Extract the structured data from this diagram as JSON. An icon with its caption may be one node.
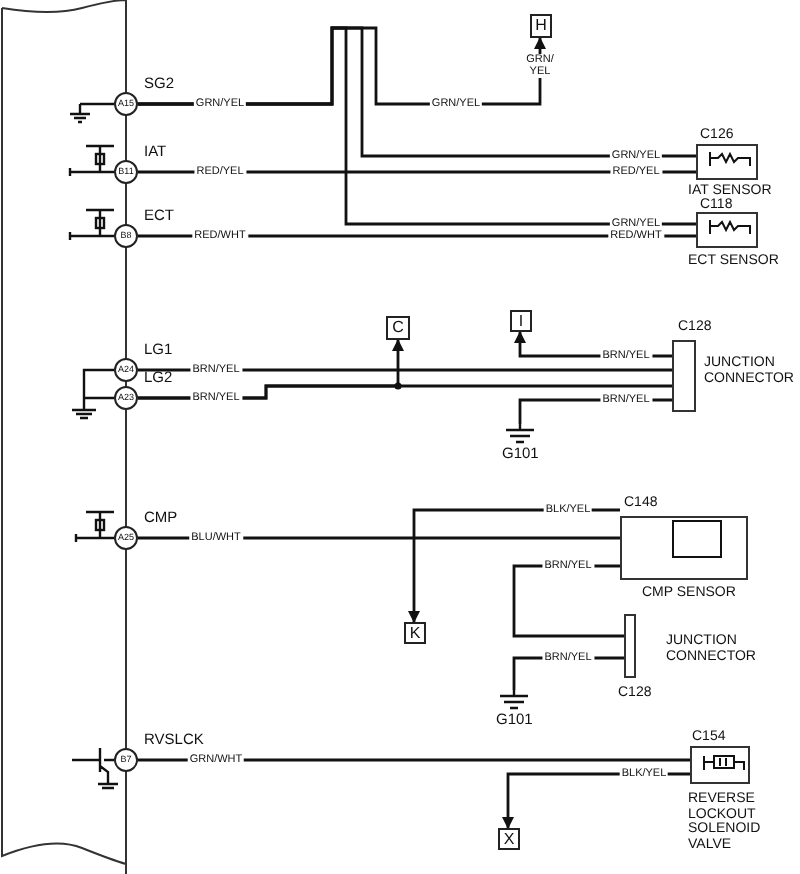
{
  "diagram": {
    "nodes": [
      {
        "text": [],
        "shape": "box"
      },
      {
        "text": [
          "A15"
        ],
        "beside": [
          "SG2"
        ],
        "in": 0
      },
      {
        "text": [
          "B11"
        ],
        "beside": [
          "IAT"
        ],
        "in": 0
      },
      {
        "text": [
          "B8"
        ],
        "beside": [
          "ECT"
        ],
        "in": 0
      },
      {
        "text": [
          "A24"
        ],
        "beside": [
          "LG1"
        ],
        "in": 0
      },
      {
        "text": [
          "A23"
        ],
        "beside": [
          "LG2"
        ],
        "in": 0
      },
      {
        "text": [
          "A25"
        ],
        "beside": [
          "CMP"
        ],
        "in": 0
      },
      {
        "text": [
          "B7"
        ],
        "beside": [
          "RVSLCK"
        ],
        "in": 0
      },
      {
        "text": [
          "H"
        ]
      },
      {
        "text": [
          "C126",
          "IAT SENSOR"
        ]
      },
      {
        "text": [
          "C118",
          "ECT SENSOR"
        ]
      },
      {
        "text": [
          "C"
        ]
      },
      {
        "text": [
          "I"
        ]
      },
      {
        "text": [
          "C128",
          "JUNCTION CONNECTOR"
        ]
      },
      {
        "text": [
          "G101"
        ]
      },
      {
        "text": [
          "C148",
          "CMP SENSOR"
        ]
      },
      {
        "text": [
          "K"
        ]
      },
      {
        "text": [
          "JUNCTION CONNECTOR",
          "C128"
        ]
      },
      {
        "text": [
          "G101"
        ]
      },
      {
        "text": [
          "X"
        ]
      },
      {
        "text": [
          "C154",
          "REVERSE LOCKOUT SOLENOID VALVE"
        ]
      }
    ],
    "edges": [
      {
        "from": 1,
        "to": 8,
        "arrow": "to",
        "label": "GRN/YEL"
      },
      {
        "from": 1,
        "to": 9,
        "arrow": "none",
        "label": "GRN/YEL"
      },
      {
        "from": 1,
        "to": 10,
        "arrow": "none",
        "label": "GRN/YEL"
      },
      {
        "from": 2,
        "to": 9,
        "arrow": "none",
        "label": "RED/YEL"
      },
      {
        "from": 3,
        "to": 10,
        "arrow": "none",
        "label": "RED/WHT"
      },
      {
        "from": 4,
        "to": 13,
        "arrow": "none",
        "label": "BRN/YEL"
      },
      {
        "from": 5,
        "to": 13,
        "arrow": "none",
        "label": "BRN/YEL"
      },
      {
        "from": 5,
        "to": 11,
        "arrow": "to"
      },
      {
        "from": 13,
        "to": 12,
        "arrow": "to",
        "label": "BRN/YEL"
      },
      {
        "from": 13,
        "to": 14,
        "arrow": "none",
        "label": "BRN/YEL"
      },
      {
        "from": 6,
        "to": 15,
        "arrow": "none",
        "label": "BLU/WHT"
      },
      {
        "from": 15,
        "to": 16,
        "arrow": "to",
        "label": "BLK/YEL"
      },
      {
        "from": 15,
        "to": 17,
        "arrow": "none",
        "label": "BRN/YEL"
      },
      {
        "from": 17,
        "to": 18,
        "arrow": "none",
        "label": "BRN/YEL"
      },
      {
        "from": 7,
        "to": 20,
        "arrow": "none",
        "label": "GRN/WHT"
      },
      {
        "from": 20,
        "to": 19,
        "arrow": "to",
        "label": "BLK/YEL"
      }
    ],
    "labels": [
      "GRN/YEL",
      "GRN/ YEL",
      "RED/YEL",
      "RED/WHT"
    ]
  }
}
